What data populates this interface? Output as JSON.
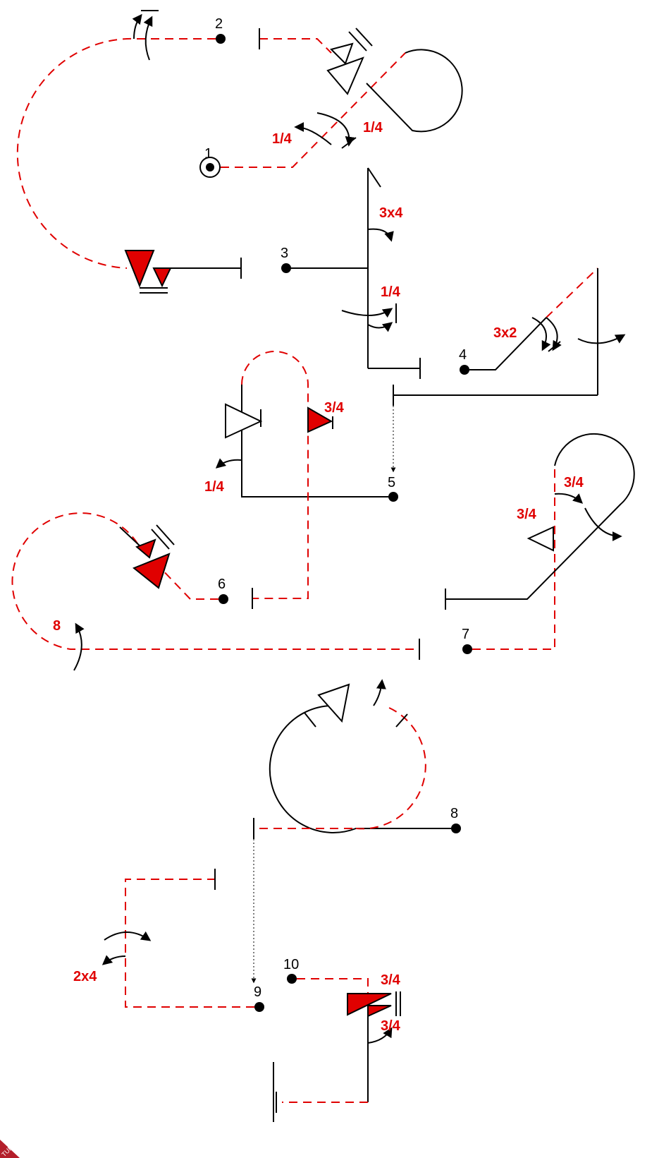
{
  "stations": [
    {
      "id": "1",
      "label": "1"
    },
    {
      "id": "2",
      "label": "2"
    },
    {
      "id": "3",
      "label": "3"
    },
    {
      "id": "4",
      "label": "4"
    },
    {
      "id": "5",
      "label": "5"
    },
    {
      "id": "6",
      "label": "6"
    },
    {
      "id": "7",
      "label": "7"
    },
    {
      "id": "8",
      "label": "8"
    },
    {
      "id": "9",
      "label": "9"
    },
    {
      "id": "10",
      "label": "10"
    }
  ],
  "element_labels": {
    "s1_left": "1/4",
    "s1_right": "1/4",
    "s3_top": "3x4",
    "s3_mid": "1/4",
    "s4": "3x2",
    "s5_snap": "3/4",
    "s5_left": "1/4",
    "s7_top": "3/4",
    "s7_left": "3/4",
    "s6_roll": "8",
    "s9": "2x4",
    "s10_top": "3/4",
    "s10_bottom": "3/4"
  },
  "corner_stamp": "TURE",
  "colors": {
    "negative": "#e00000",
    "positive": "#000000"
  }
}
